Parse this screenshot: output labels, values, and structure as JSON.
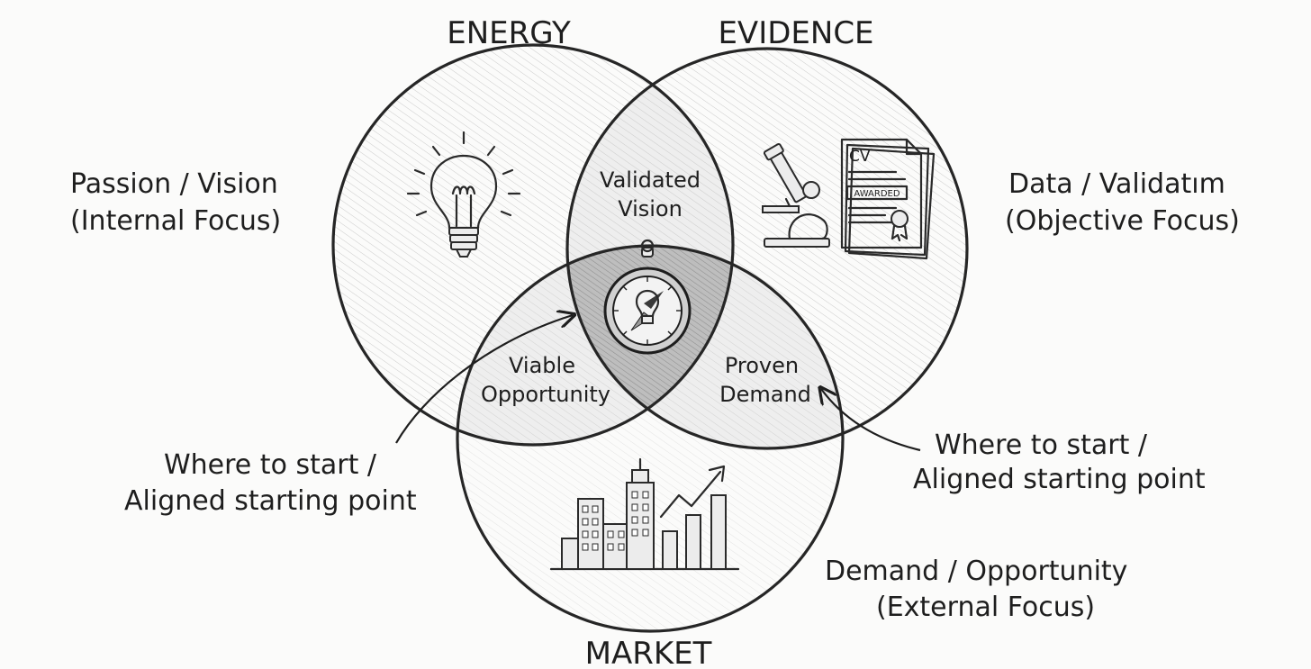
{
  "circles": {
    "energy": {
      "title": "ENERGY",
      "desc_line1": "Passion / Vision",
      "desc_line2": "(Internal Focus)"
    },
    "evidence": {
      "title": "EVIDENCE",
      "desc_line1": "Data / Validatım",
      "desc_line2": "(Objective Focus)"
    },
    "market": {
      "title": "MARKET",
      "desc_line1": "Demand / Opportunity",
      "desc_line2": "(External Focus)"
    }
  },
  "intersections": {
    "energy_evidence": {
      "line1": "Validated",
      "line2": "Vision"
    },
    "energy_market": {
      "line1": "Viable",
      "line2": "Opportunity"
    },
    "evidence_market": {
      "line1": "Proven",
      "line2": "Demand"
    }
  },
  "annotations": {
    "left": {
      "line1": "Where to start /",
      "line2": "Aligned starting point"
    },
    "right": {
      "line1": "Where to start /",
      "line2": "Aligned starting point"
    }
  },
  "icons": {
    "energy": "lightbulb-icon",
    "evidence": "microscope-and-cv-icon",
    "market": "city-growth-chart-icon",
    "center": "compass-icon"
  },
  "document": {
    "cv_label": "CV",
    "stamp_label": "AWARDED"
  }
}
